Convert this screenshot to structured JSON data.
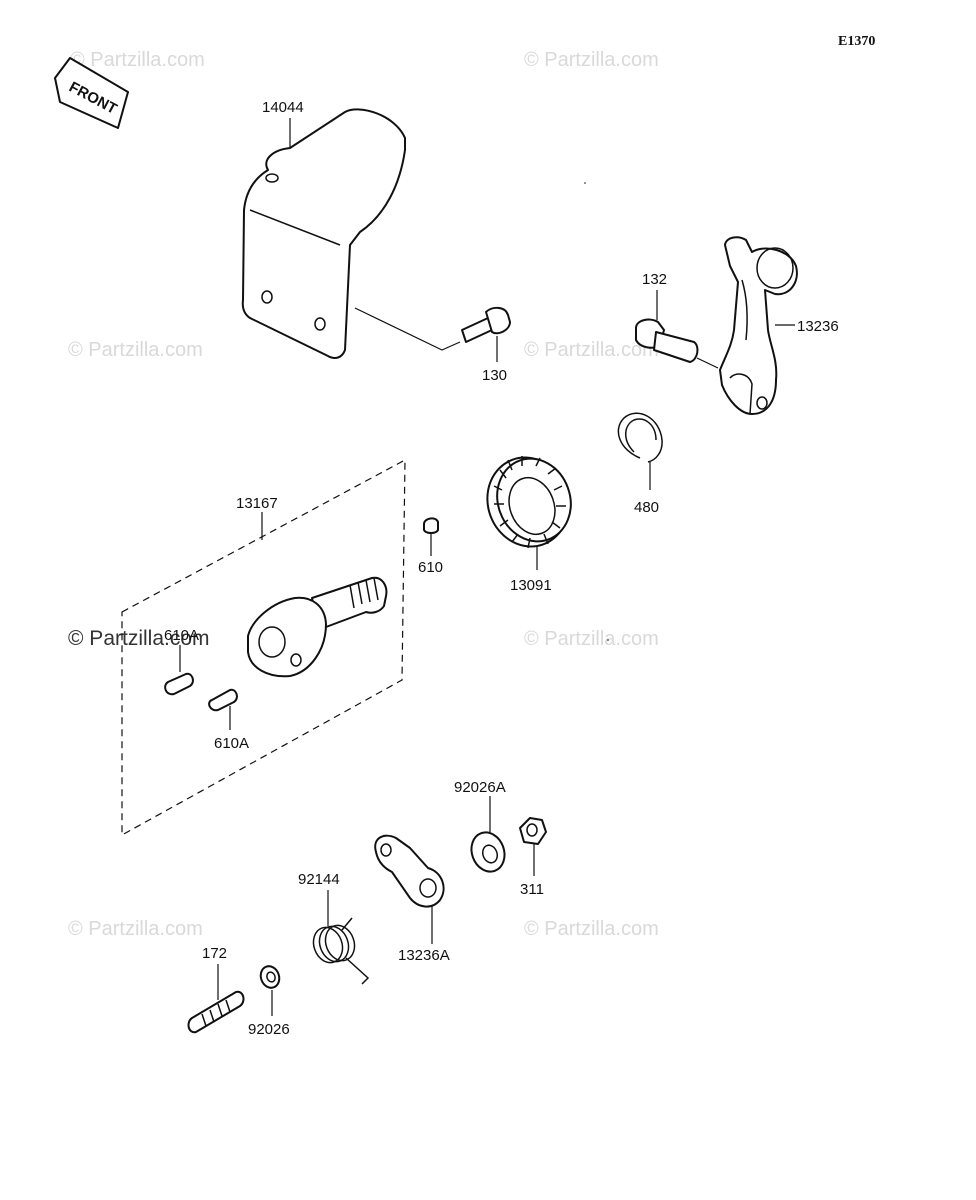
{
  "diagram_code": "E1370",
  "front_label": "FRONT",
  "watermarks": [
    "© Partzilla.com",
    "© Partzilla.com",
    "© Partzilla.com",
    "© Partzilla.com",
    "© Partzilla.com",
    "© Partzilla.com",
    "© Partzilla.com",
    "© Partzilla.com"
  ],
  "parts": {
    "p14044": "14044",
    "p130": "130",
    "p132": "132",
    "p13236": "13236",
    "p480": "480",
    "p13091": "13091",
    "p610": "610",
    "p13167": "13167",
    "p610A_top": "610A",
    "p610A": "610A",
    "p92026A": "92026A",
    "p311": "311",
    "p92144": "92144",
    "p13236A": "13236A",
    "p172": "172",
    "p92026": "92026"
  }
}
